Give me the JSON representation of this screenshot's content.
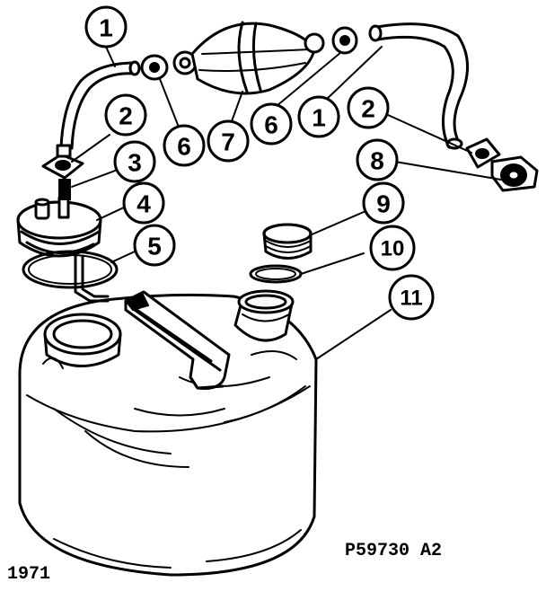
{
  "diagram": {
    "callouts": [
      {
        "id": "c1a",
        "label": "1"
      },
      {
        "id": "c2a",
        "label": "2"
      },
      {
        "id": "c3",
        "label": "3"
      },
      {
        "id": "c4",
        "label": "4"
      },
      {
        "id": "c5",
        "label": "5"
      },
      {
        "id": "c6a",
        "label": "6"
      },
      {
        "id": "c7",
        "label": "7"
      },
      {
        "id": "c6b",
        "label": "6"
      },
      {
        "id": "c1b",
        "label": "1"
      },
      {
        "id": "c2b",
        "label": "2"
      },
      {
        "id": "c8",
        "label": "8"
      },
      {
        "id": "c9",
        "label": "9"
      },
      {
        "id": "c10",
        "label": "10"
      },
      {
        "id": "c11",
        "label": "11"
      }
    ],
    "part_number": "P59730 A2",
    "year": "1971"
  }
}
